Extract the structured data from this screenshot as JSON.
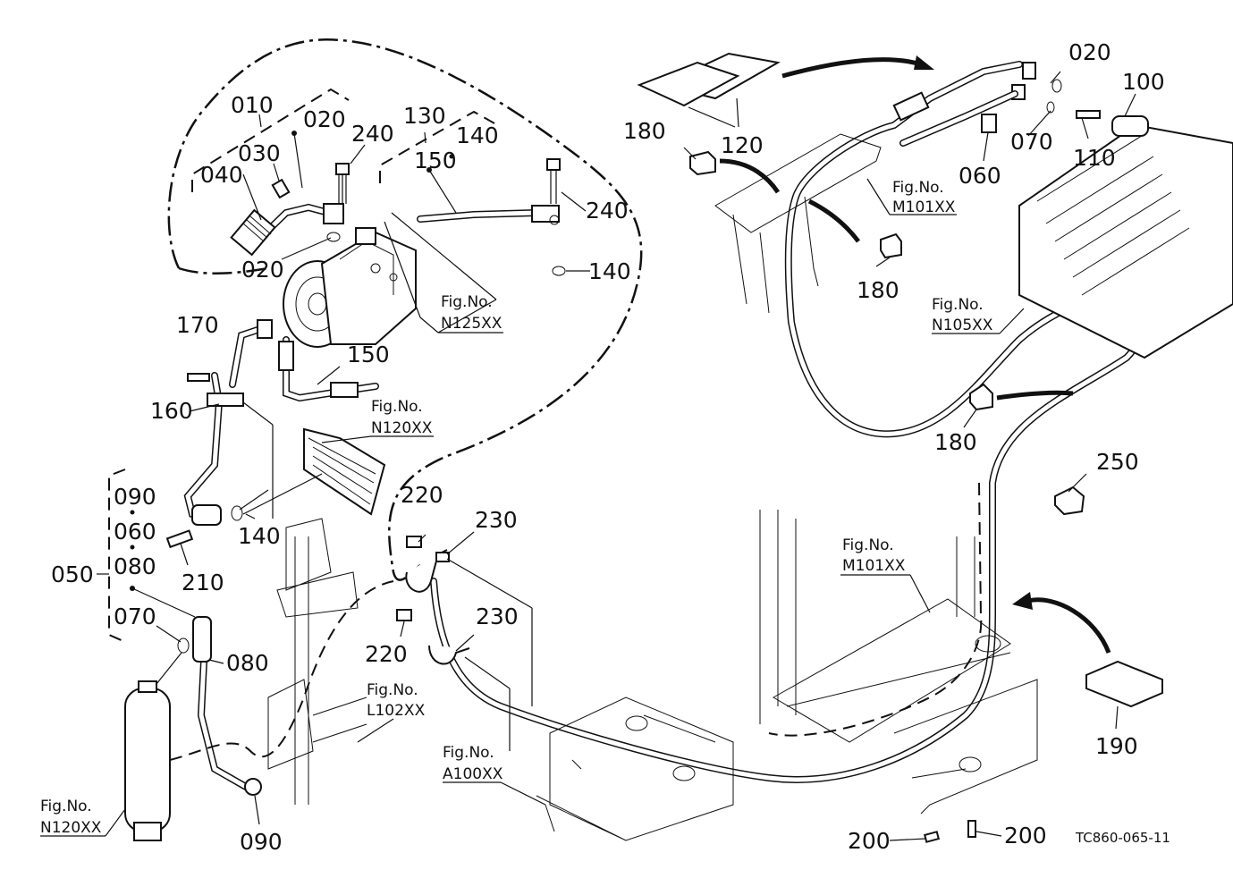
{
  "diagram": {
    "drawing_code": "TC860-065-11",
    "callouts": [
      {
        "id": "c010",
        "text": "010"
      },
      {
        "id": "c020a",
        "text": "020"
      },
      {
        "id": "c030",
        "text": "030"
      },
      {
        "id": "c040",
        "text": "040"
      },
      {
        "id": "c020b",
        "text": "020"
      },
      {
        "id": "c240a",
        "text": "240"
      },
      {
        "id": "c130",
        "text": "130"
      },
      {
        "id": "c140a",
        "text": "140"
      },
      {
        "id": "c150a",
        "text": "150"
      },
      {
        "id": "c240b",
        "text": "240"
      },
      {
        "id": "c140b",
        "text": "140"
      },
      {
        "id": "c170",
        "text": "170"
      },
      {
        "id": "c150b",
        "text": "150"
      },
      {
        "id": "c160",
        "text": "160"
      },
      {
        "id": "c090a",
        "text": "090"
      },
      {
        "id": "c060a",
        "text": "060"
      },
      {
        "id": "c080a",
        "text": "080"
      },
      {
        "id": "c050",
        "text": "050"
      },
      {
        "id": "c070a",
        "text": "070"
      },
      {
        "id": "c210",
        "text": "210"
      },
      {
        "id": "c140c",
        "text": "140"
      },
      {
        "id": "c080b",
        "text": "080"
      },
      {
        "id": "c090b",
        "text": "090"
      },
      {
        "id": "c220a",
        "text": "220"
      },
      {
        "id": "c230a",
        "text": "230"
      },
      {
        "id": "c220b",
        "text": "220"
      },
      {
        "id": "c230b",
        "text": "230"
      },
      {
        "id": "c020c",
        "text": "020"
      },
      {
        "id": "c100",
        "text": "100"
      },
      {
        "id": "c180a",
        "text": "180"
      },
      {
        "id": "c120",
        "text": "120"
      },
      {
        "id": "c070b",
        "text": "070"
      },
      {
        "id": "c110",
        "text": "110"
      },
      {
        "id": "c060b",
        "text": "060"
      },
      {
        "id": "c180b",
        "text": "180"
      },
      {
        "id": "c180c",
        "text": "180"
      },
      {
        "id": "c250",
        "text": "250"
      },
      {
        "id": "c190",
        "text": "190"
      },
      {
        "id": "c200a",
        "text": "200"
      },
      {
        "id": "c200b",
        "text": "200"
      }
    ],
    "figure_refs": [
      {
        "id": "f_n125",
        "line1": "Fig.No.",
        "line2": "N125XX"
      },
      {
        "id": "f_n120a",
        "line1": "Fig.No.",
        "line2": "N120XX"
      },
      {
        "id": "f_m101a",
        "line1": "Fig.No.",
        "line2": "M101XX"
      },
      {
        "id": "f_n105",
        "line1": "Fig.No.",
        "line2": "N105XX"
      },
      {
        "id": "f_m101b",
        "line1": "Fig.No.",
        "line2": "M101XX"
      },
      {
        "id": "f_l102",
        "line1": "Fig.No.",
        "line2": "L102XX"
      },
      {
        "id": "f_a100",
        "line1": "Fig.No.",
        "line2": "A100XX"
      },
      {
        "id": "f_n120b",
        "line1": "Fig.No.",
        "line2": "N120XX"
      }
    ]
  }
}
